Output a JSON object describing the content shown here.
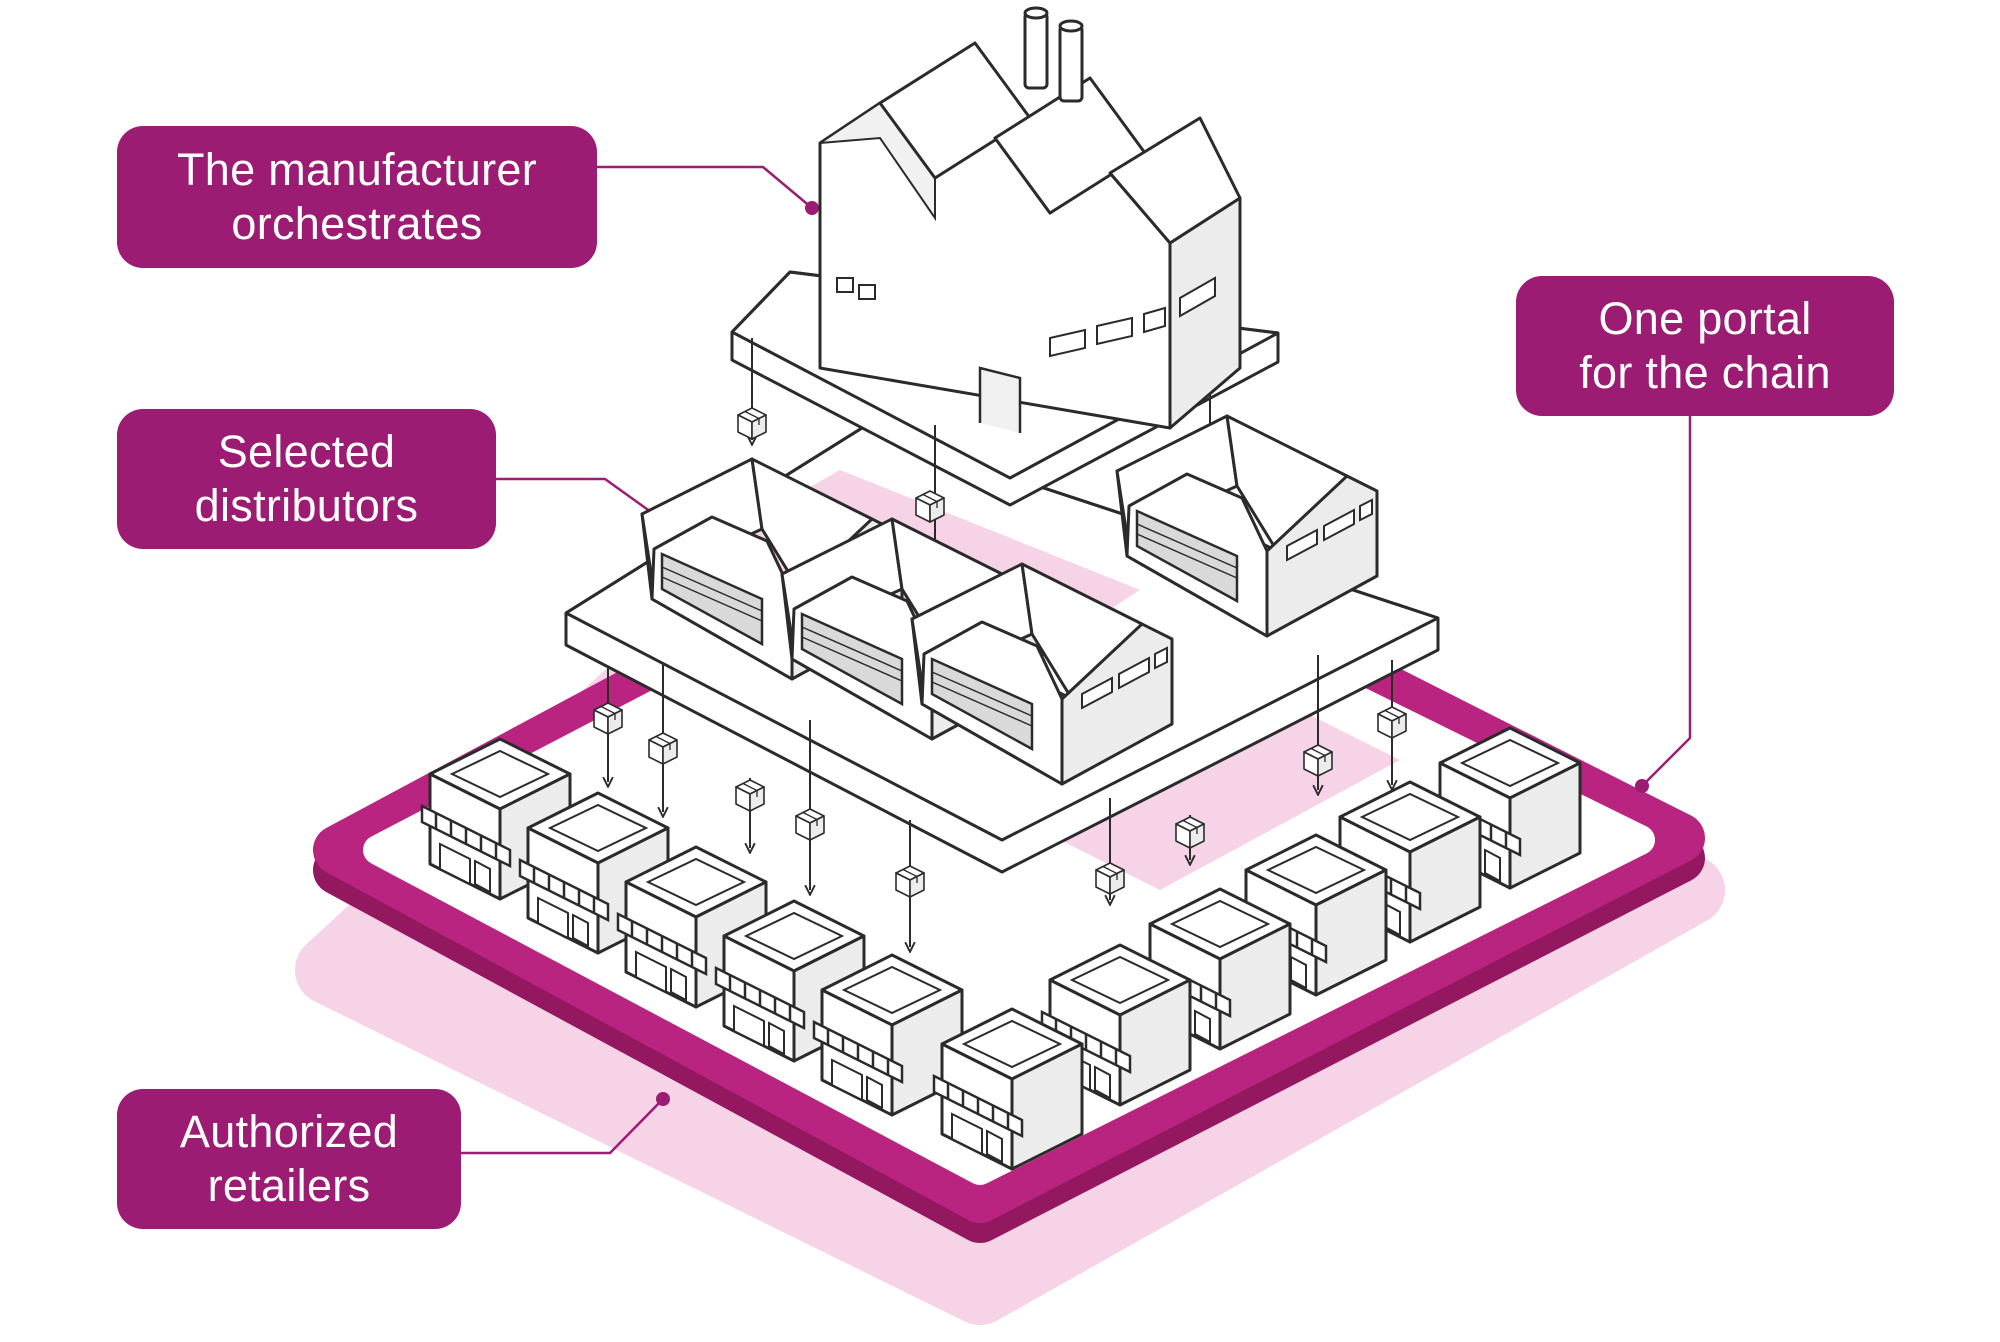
{
  "labels": {
    "manufacturer": {
      "line1": "The manufacturer",
      "line2": "orchestrates"
    },
    "distributors": {
      "line1": "Selected",
      "line2": "distributors"
    },
    "portal": {
      "line1": "One portal",
      "line2": "for the chain"
    },
    "retailers": {
      "line1": "Authorized",
      "line2": "retailers"
    }
  },
  "colors": {
    "accent": "#9b1c72",
    "accent_light": "#f6d3e6",
    "outline": "#2b2b2b",
    "building_face": "#ffffff",
    "building_side": "#ececec"
  },
  "icons": [
    "factory-icon",
    "warehouse-icon",
    "storefront-icon",
    "package-box-icon"
  ]
}
